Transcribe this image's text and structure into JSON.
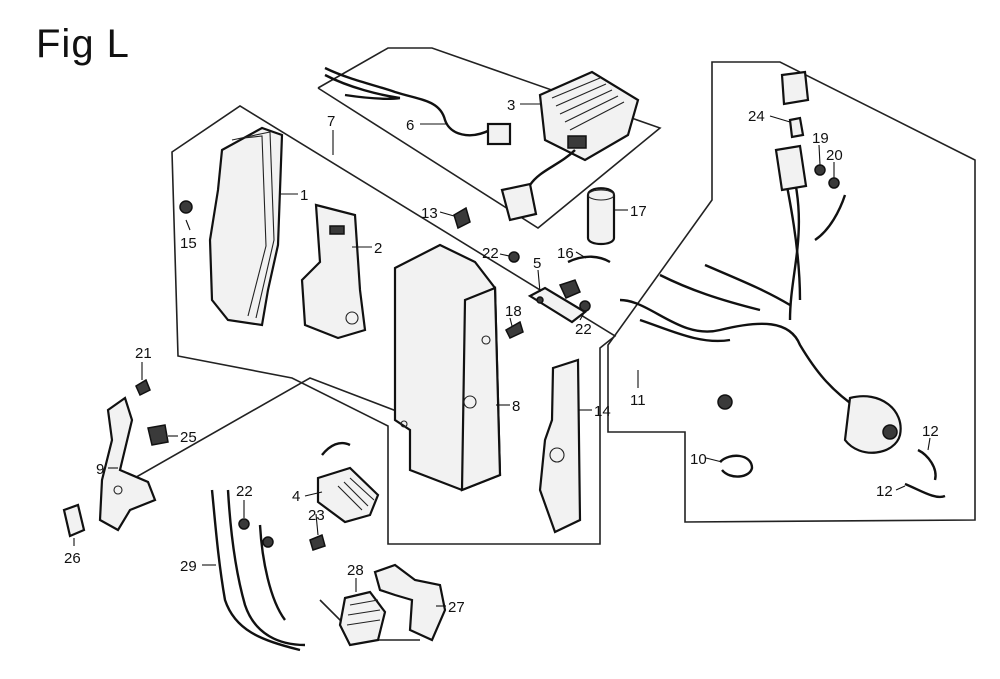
{
  "title": "Fig L",
  "callouts": {
    "c1": "1",
    "c2": "2",
    "c3": "3",
    "c4": "4",
    "c5": "5",
    "c6": "6",
    "c7": "7",
    "c8": "8",
    "c9": "9",
    "c10": "10",
    "c11": "11",
    "c12a": "12",
    "c12b": "12",
    "c13": "13",
    "c14": "14",
    "c15": "15",
    "c16": "16",
    "c17": "17",
    "c18": "18",
    "c19": "19",
    "c20": "20",
    "c21": "21",
    "c22a": "22",
    "c22b": "22",
    "c22c": "22",
    "c23": "23",
    "c24": "24",
    "c25": "25",
    "c26": "26",
    "c27": "27",
    "c28": "28",
    "c29": "29"
  }
}
